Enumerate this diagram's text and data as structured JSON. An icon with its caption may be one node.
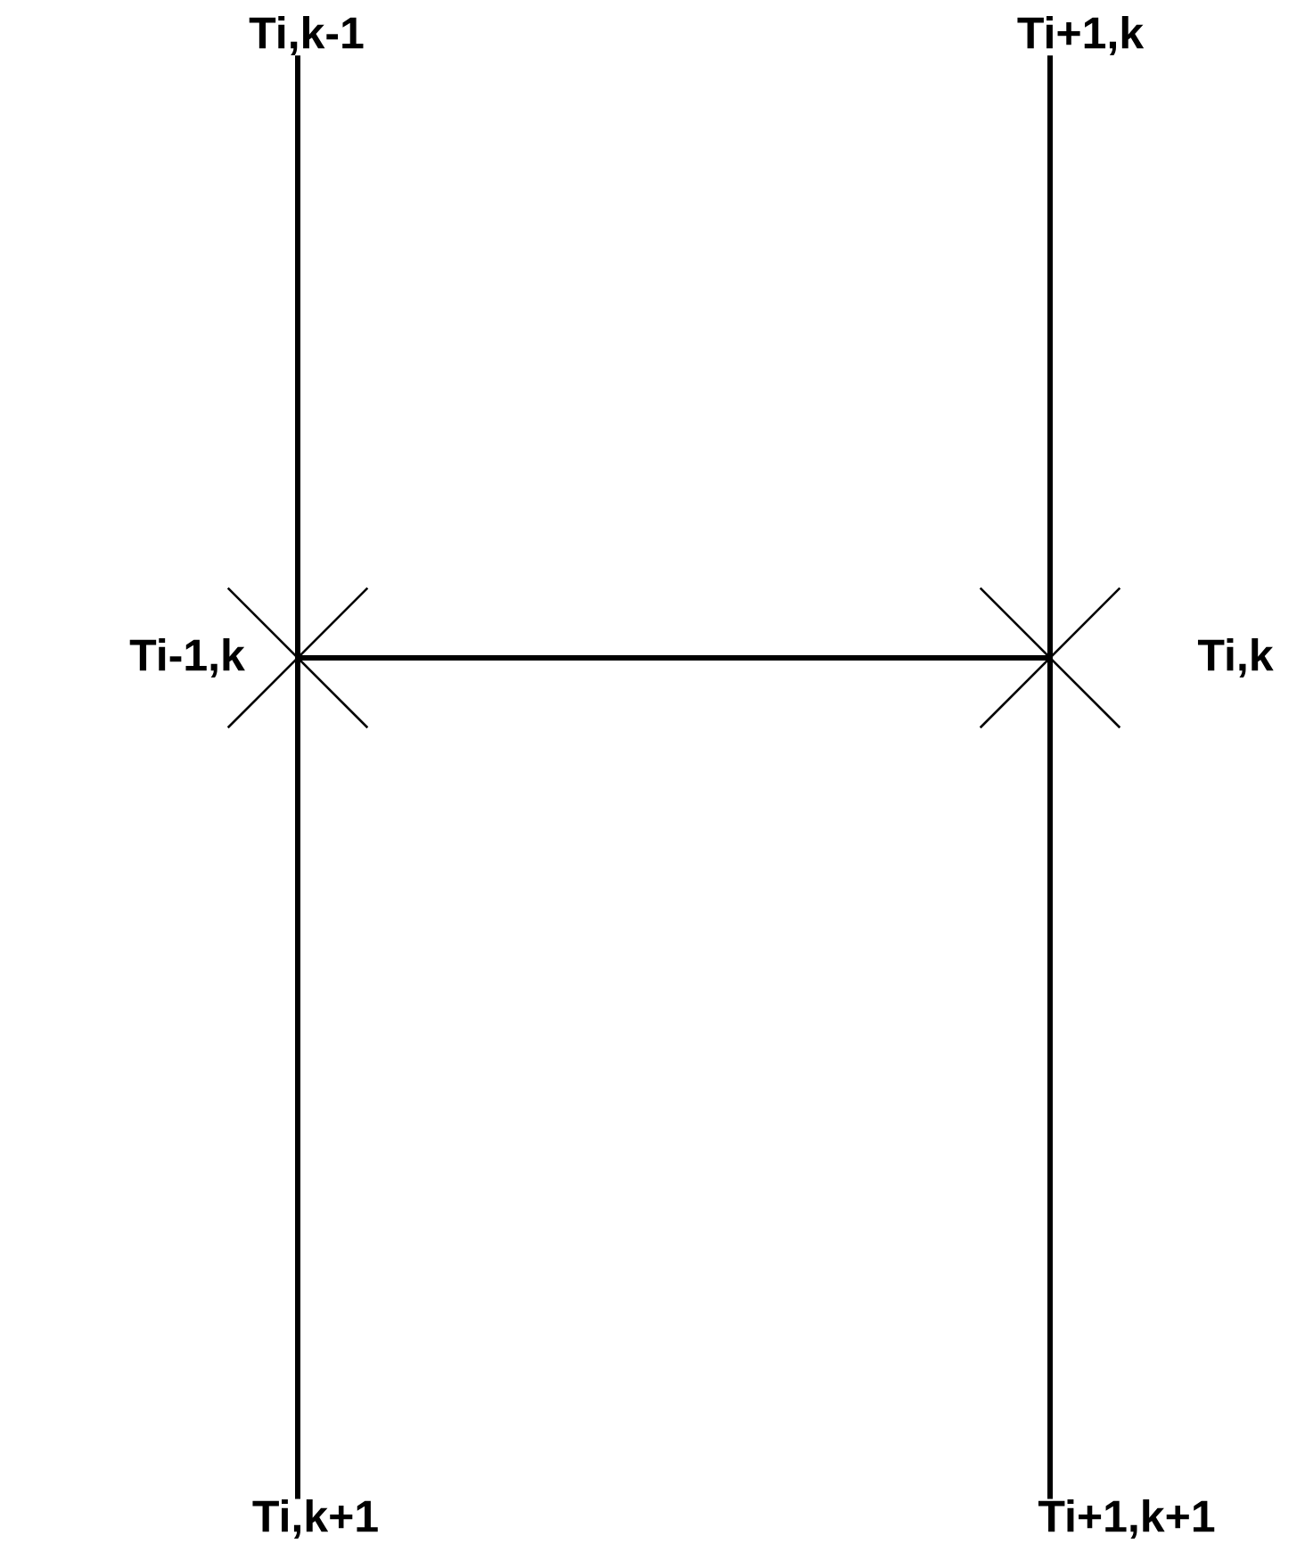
{
  "diagram": {
    "nodes": [
      {
        "text": [
          "Ti,k-1"
        ]
      },
      {
        "text": [
          "Ti+1,k"
        ]
      },
      {
        "text": [],
        "shape": "cross",
        "beside": [
          "Ti-1,k"
        ]
      },
      {
        "text": [],
        "shape": "cross",
        "beside": [
          "Ti,k"
        ]
      },
      {
        "text": [
          "Ti,k+1"
        ]
      },
      {
        "text": [
          "Ti+1,k+1"
        ]
      }
    ],
    "edges": [
      {
        "from": 0,
        "to": 2,
        "arrow": "none"
      },
      {
        "from": 2,
        "to": 4,
        "arrow": "none"
      },
      {
        "from": 1,
        "to": 3,
        "arrow": "none"
      },
      {
        "from": 3,
        "to": 5,
        "arrow": "none"
      },
      {
        "from": 2,
        "to": 3,
        "arrow": "none"
      }
    ]
  }
}
